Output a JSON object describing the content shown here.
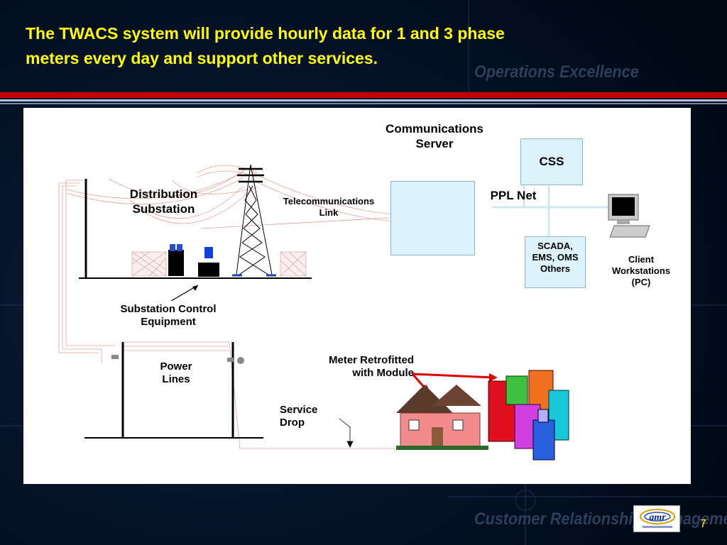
{
  "slide": {
    "title_lines": [
      "The TWACS system will provide hourly data for 1 and 3 phase",
      "meters every day and support other services."
    ],
    "watermark_top": "Operations Excellence",
    "watermark_bottom": [
      "Customer Relationship",
      "Management"
    ],
    "page_number": "7"
  },
  "diagram": {
    "communications_server": "Communications\nServer",
    "css": "CSS",
    "ppl_net": "PPL Net",
    "telecom_link": "Telecommunications\nLink",
    "distribution_substation": "Distribution\nSubstation",
    "scada": "SCADA,\nEMS, OMS\nOthers",
    "client_workstations": "Client\nWorkstations\n(PC)",
    "substation_control": "Substation Control\nEquipment",
    "meter_retrofitted": "Meter Retrofitted\nwith Module",
    "power_lines": "Power\nLines",
    "service_drop": "Service\nDrop"
  },
  "logo": {
    "text": "amr"
  },
  "colors": {
    "title": "#ffff00",
    "rule_red": "#c00000",
    "box_fill": "#ddf3fb",
    "arrow_red": "#e00000"
  }
}
